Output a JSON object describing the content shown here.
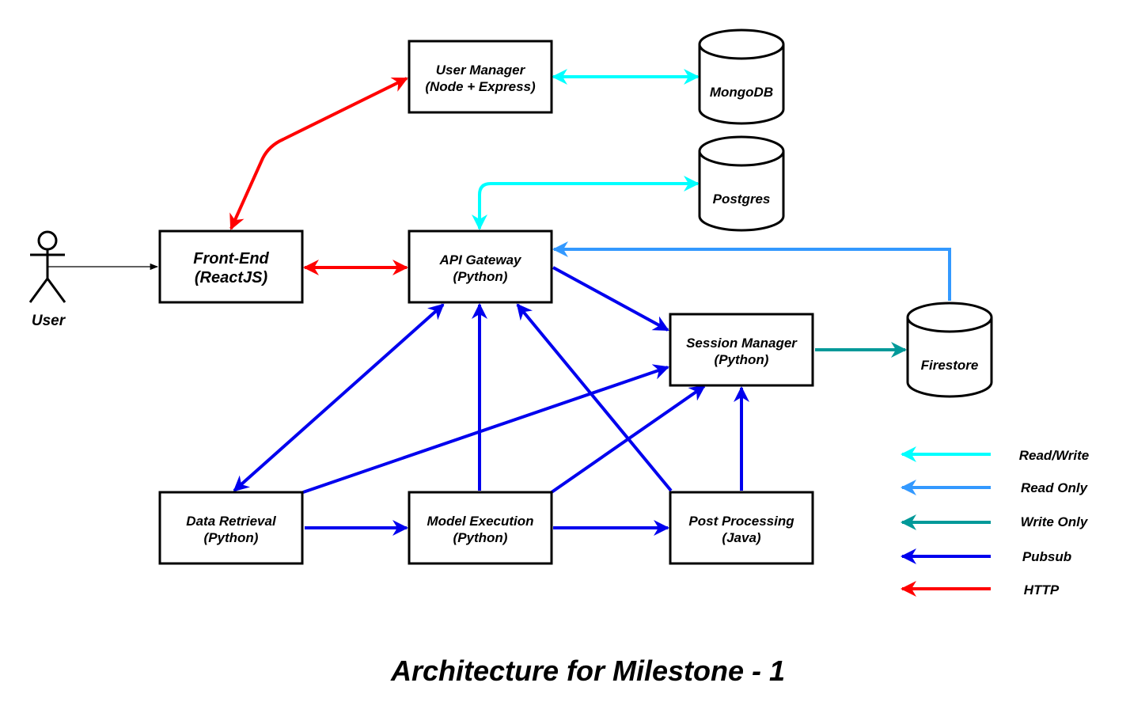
{
  "title": "Architecture for Milestone - 1",
  "actor": {
    "label": "User"
  },
  "nodes": {
    "user_manager": {
      "line1": "User Manager",
      "line2": "(Node + Express)"
    },
    "front_end": {
      "line1": "Front-End",
      "line2": "(ReactJS)"
    },
    "api_gateway": {
      "line1": "API Gateway",
      "line2": "(Python)"
    },
    "session_manager": {
      "line1": "Session Manager",
      "line2": "(Python)"
    },
    "data_retrieval": {
      "line1": "Data Retrieval",
      "line2": "(Python)"
    },
    "model_execution": {
      "line1": "Model Execution",
      "line2": "(Python)"
    },
    "post_processing": {
      "line1": "Post Processing",
      "line2": "(Java)"
    }
  },
  "databases": {
    "mongodb": {
      "label": "MongoDB"
    },
    "postgres": {
      "label": "Postgres"
    },
    "firestore": {
      "label": "Firestore"
    }
  },
  "colors": {
    "read_write": "#00ffff",
    "read_only": "#3399ff",
    "write_only": "#009999",
    "pubsub": "#0000ee",
    "http": "#ff0000"
  },
  "legend": [
    {
      "label": "Read/Write",
      "color": "#00ffff"
    },
    {
      "label": "Read Only",
      "color": "#3399ff"
    },
    {
      "label": "Write Only",
      "color": "#009999"
    },
    {
      "label": "Pubsub",
      "color": "#0000ee"
    },
    {
      "label": "HTTP",
      "color": "#ff0000"
    }
  ]
}
